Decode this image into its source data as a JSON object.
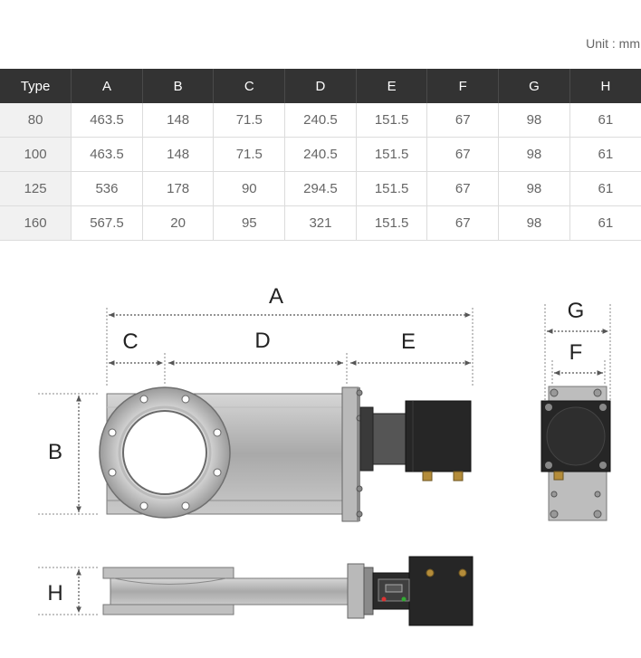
{
  "unit_label": "Unit : mm",
  "table": {
    "headers": [
      "Type",
      "A",
      "B",
      "C",
      "D",
      "E",
      "F",
      "G",
      "H"
    ],
    "rows": [
      [
        "80",
        "463.5",
        "148",
        "71.5",
        "240.5",
        "151.5",
        "67",
        "98",
        "61"
      ],
      [
        "100",
        "463.5",
        "148",
        "71.5",
        "240.5",
        "151.5",
        "67",
        "98",
        "61"
      ],
      [
        "125",
        "536",
        "178",
        "90",
        "294.5",
        "151.5",
        "67",
        "98",
        "61"
      ],
      [
        "160",
        "567.5",
        "20",
        "95",
        "321",
        "151.5",
        "67",
        "98",
        "61"
      ]
    ]
  },
  "drawing": {
    "labels": {
      "A": "A",
      "B": "B",
      "C": "C",
      "D": "D",
      "E": "E",
      "F": "F",
      "G": "G",
      "H": "H"
    }
  },
  "colors": {
    "header_bg": "#333333",
    "first_col_bg": "#f1f1f1",
    "metal": "#b8b8b8",
    "actuator": "#222222"
  }
}
